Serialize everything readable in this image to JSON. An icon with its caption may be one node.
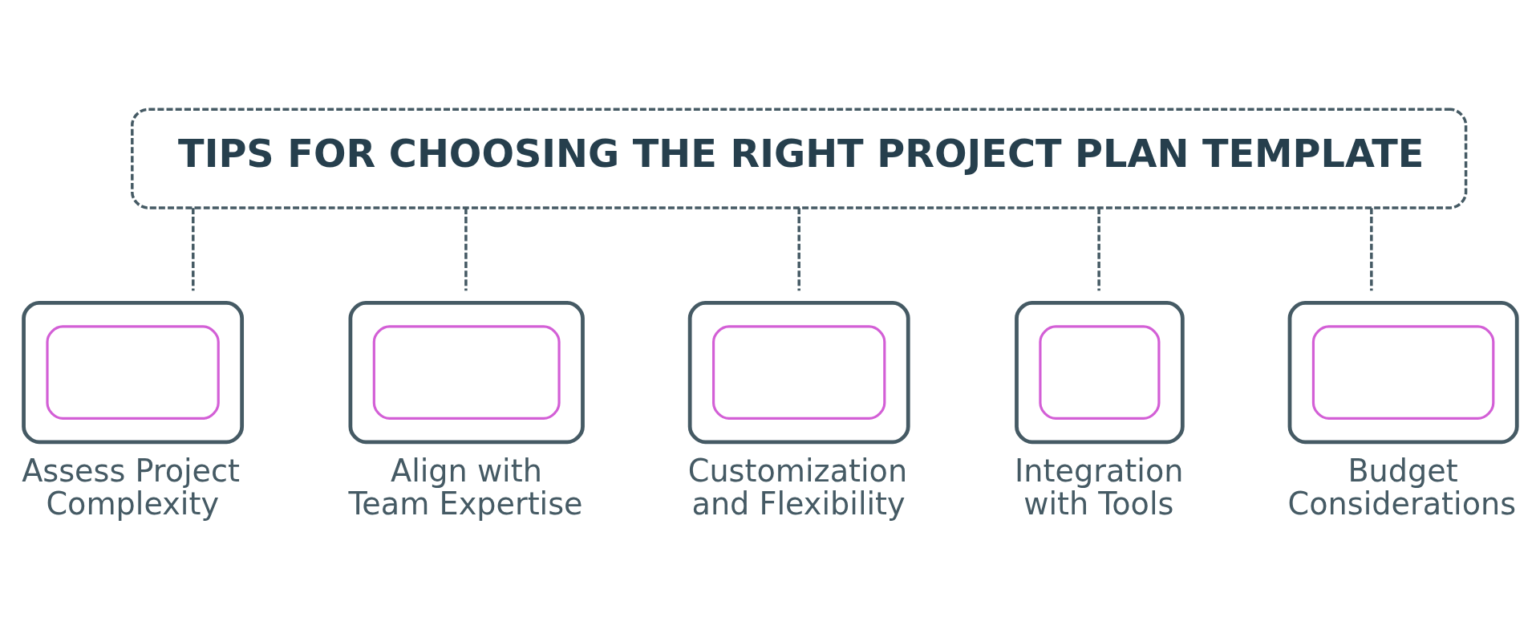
{
  "diagram": {
    "nodes": [
      {
        "text": [
          "TIPS FOR CHOOSING THE RIGHT PROJECT PLAN TEMPLATE"
        ]
      },
      {
        "text": [],
        "shape": "picture",
        "beside": [
          "Assess Project Complexity"
        ]
      },
      {
        "text": [],
        "shape": "picture",
        "beside": [
          "Align with Team Expertise"
        ]
      },
      {
        "text": [],
        "shape": "picture",
        "beside": [
          "Customization and Flexibility"
        ]
      },
      {
        "text": [],
        "shape": "picture",
        "beside": [
          "Integration with Tools"
        ]
      },
      {
        "text": [],
        "shape": "picture",
        "beside": [
          "Budget Considerations"
        ]
      }
    ],
    "edges": [
      {
        "from": 0,
        "to": 1,
        "arrow": "none",
        "style": "dashed"
      },
      {
        "from": 0,
        "to": 2,
        "arrow": "none",
        "style": "dashed"
      },
      {
        "from": 0,
        "to": 3,
        "arrow": "none",
        "style": "dashed"
      },
      {
        "from": 0,
        "to": 4,
        "arrow": "none",
        "style": "dashed"
      },
      {
        "from": 0,
        "to": 5,
        "arrow": "none",
        "style": "dashed"
      }
    ]
  }
}
